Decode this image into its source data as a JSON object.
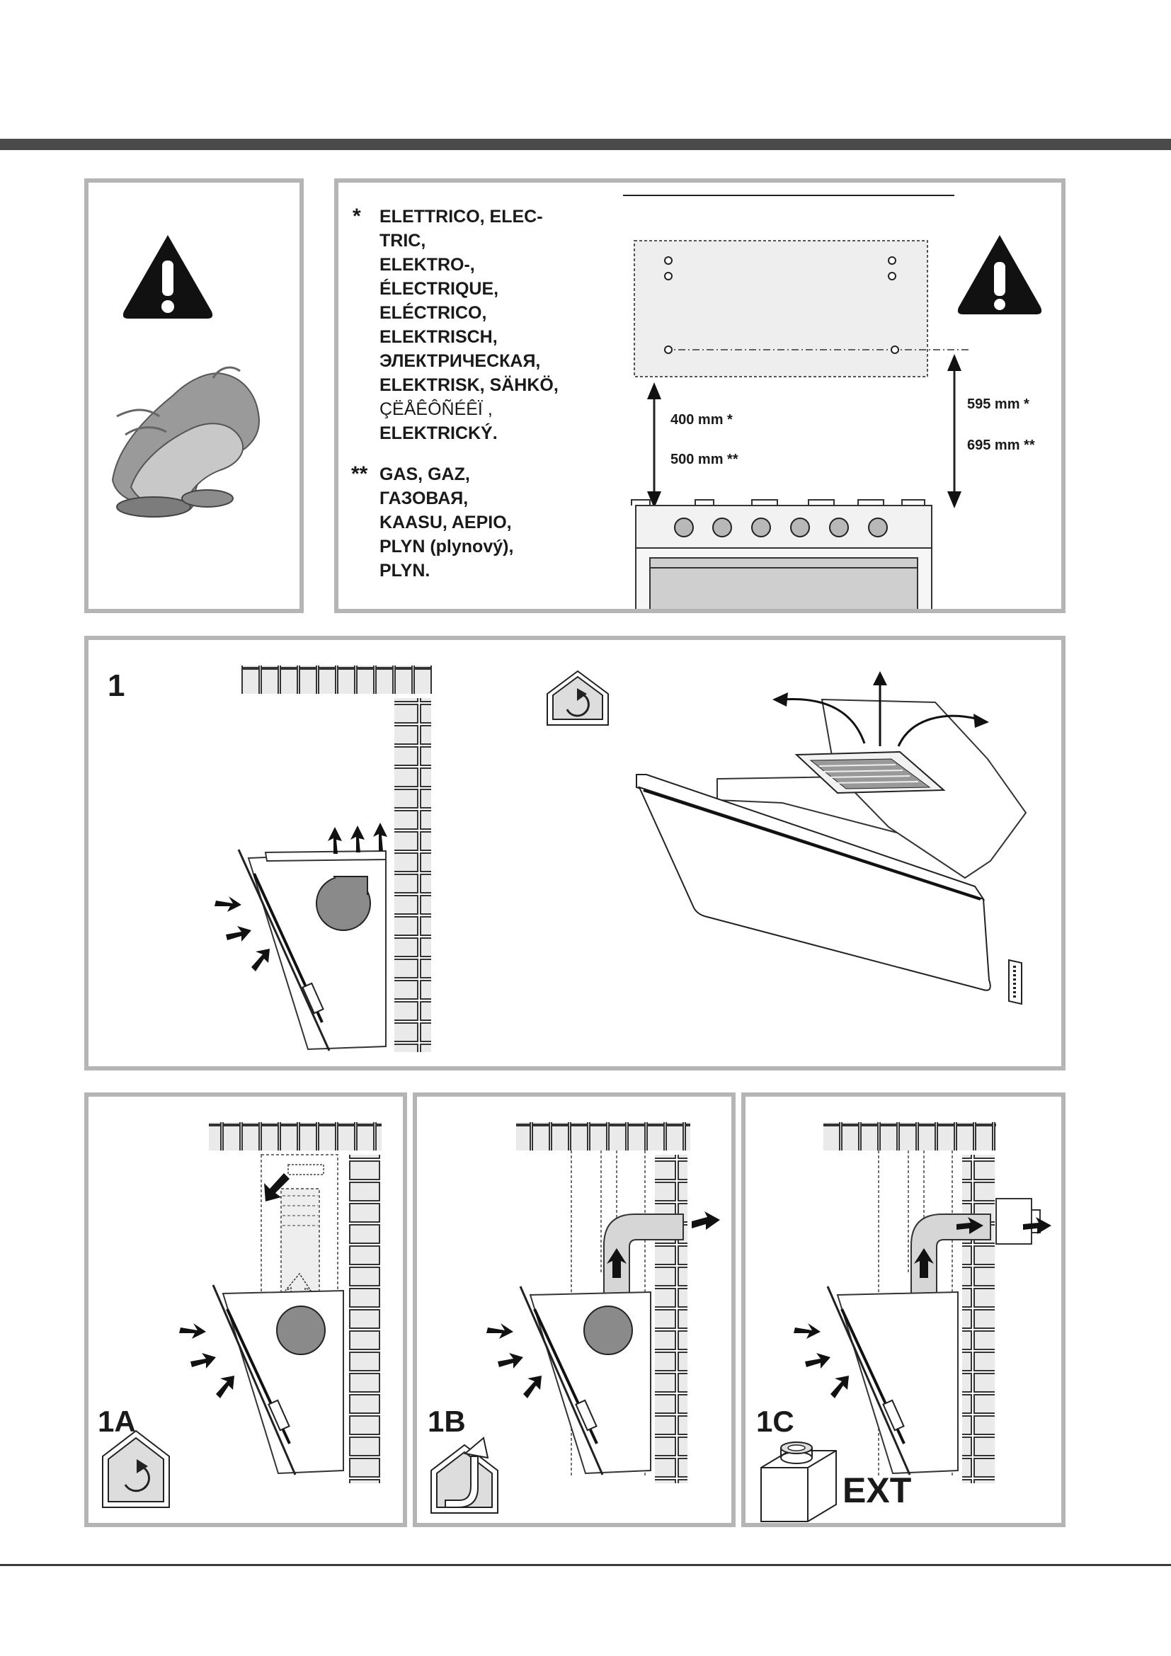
{
  "legend": {
    "electric_mark": "*",
    "electric_lines": [
      "ELETTRICO, ELEC-",
      "TRIC,",
      "ELEKTRO-,",
      "ÉLECTRIQUE,",
      "ELÉCTRICO,",
      "ELEKTRISCH,",
      "ЭЛЕКТРИЧЕСКАЯ,",
      "ELEKTRISK, SÄHKÖ,",
      "ÇËÅÊÔÑÉÊÏ     ,",
      "ELEKTRICKÝ."
    ],
    "gas_mark": "**",
    "gas_lines": [
      "GAS, GAZ,",
      "ГАЗОВАЯ,",
      "KAASU, AEPIO,",
      "PLYN (plynový),",
      "PLYN."
    ]
  },
  "dimensions": {
    "electric_min": "400 mm *",
    "gas_min": "500 mm **",
    "electric_max": "595 mm *",
    "gas_max": "695 mm **"
  },
  "figures": {
    "fig1": "1",
    "fig1a": "1A",
    "fig1b": "1B",
    "fig1c": "1C",
    "ext_label": "EXT"
  },
  "icons": {
    "warning": "warning-triangle-icon",
    "gloves": "gloves-icon",
    "recirculation": "house-recirculation-icon",
    "ducted": "house-ducted-icon",
    "external_motor": "external-motor-box-icon"
  },
  "colors": {
    "panel_border": "#b5b5b5",
    "top_bar": "#4a4a4a",
    "brick_fill": "#eaeaea",
    "motor_fill": "#8a8a8a"
  }
}
